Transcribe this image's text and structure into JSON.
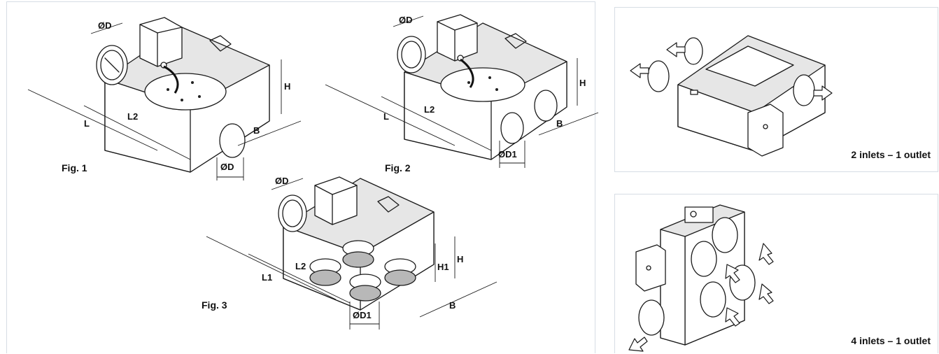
{
  "figures": {
    "fig1": {
      "label": "Fig. 1",
      "dims": {
        "d_top": "ØD",
        "d_bottom": "ØD",
        "l": "L",
        "l2": "L2",
        "b": "B",
        "h": "H"
      }
    },
    "fig2": {
      "label": "Fig. 2",
      "dims": {
        "d_top": "ØD",
        "l": "L",
        "l2": "L2",
        "b": "B",
        "h": "H",
        "d1": "ØD1"
      }
    },
    "fig3": {
      "label": "Fig. 3",
      "dims": {
        "d_top": "ØD",
        "l1": "L1",
        "l2": "L2",
        "b": "B",
        "h": "H",
        "h1": "H1",
        "d1": "ØD1"
      }
    }
  },
  "panels": {
    "two_inlets": {
      "caption": "2 inlets – 1 outlet"
    },
    "four_inlets": {
      "caption": "4 inlets – 1 outlet"
    }
  }
}
